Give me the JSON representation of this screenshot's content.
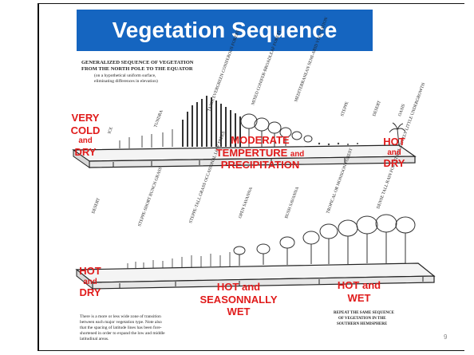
{
  "title": "Vegetation Sequence",
  "page_number": "9",
  "top_diagram": {
    "heading_line1": "GENERALIZED SEQUENCE OF VEGETATION",
    "heading_line2": "FROM THE NORTH POLE TO THE EQUATOR",
    "subheading_line1": "(on a hypothetical uniform surface,",
    "subheading_line2": "eliminating differences in elevation)",
    "zones": [
      "ICE",
      "TUNDRA",
      "TAIGA EVERGREEN CONIFEROUS FOREST",
      "MIXED CONIFER-BROADLEAF FOREST",
      "MEDITERRANEAN SEMI-ARID VEGETATION",
      "STEPPE",
      "DESERT",
      "OASIS"
    ],
    "labels": {
      "left_line1": "VERY",
      "left_line2": "COLD",
      "left_line3": "and",
      "left_line4": "DRY",
      "center_line1": "MODERATE",
      "center_line2": "TEMPERTURE",
      "center_and": "and",
      "center_line3": "PRECIPITATION",
      "right_line1": "HOT",
      "right_line2": "and",
      "right_line3": "DRY"
    }
  },
  "bottom_diagram": {
    "zones": [
      "DESERT",
      "STEPPE-SHORT BUNCH GRASS",
      "STEPPE-TALL GRASS OCCASIONAL LOW TREES",
      "OPEN SAVANNA",
      "BUSH SAVANNA",
      "TROPICAL OR MONSOON FOREST",
      "DENSE TALL RAIN FOREST RELATIVELY LITTLE UNDERGROWTH"
    ],
    "note_line1": "There is a more or less wide zone of transition",
    "note_line2": "between each major vegetation type. Note also",
    "note_line3": "that the spacing of latitude lines has been fore-",
    "note_line4": "shortened in order to expand the low and middle",
    "note_line5": "latitudinal areas.",
    "repeat_line1": "REPEAT THE SAME SEQUENCE",
    "repeat_line2": "OF VEGETATION IN THE",
    "repeat_line3": "SOUTHERN HEMISPHERE",
    "labels": {
      "left_line1": "HOT",
      "left_line2": "and",
      "left_line3": "DRY",
      "center_line1": "HOT and",
      "center_line2": "SEASONNALLY",
      "center_line3": "WET",
      "right_line1": "HOT and",
      "right_line2": "WET"
    }
  },
  "colors": {
    "title_bar": "#1565c0",
    "title_text": "#ffffff",
    "label_red": "#e01b1b"
  }
}
